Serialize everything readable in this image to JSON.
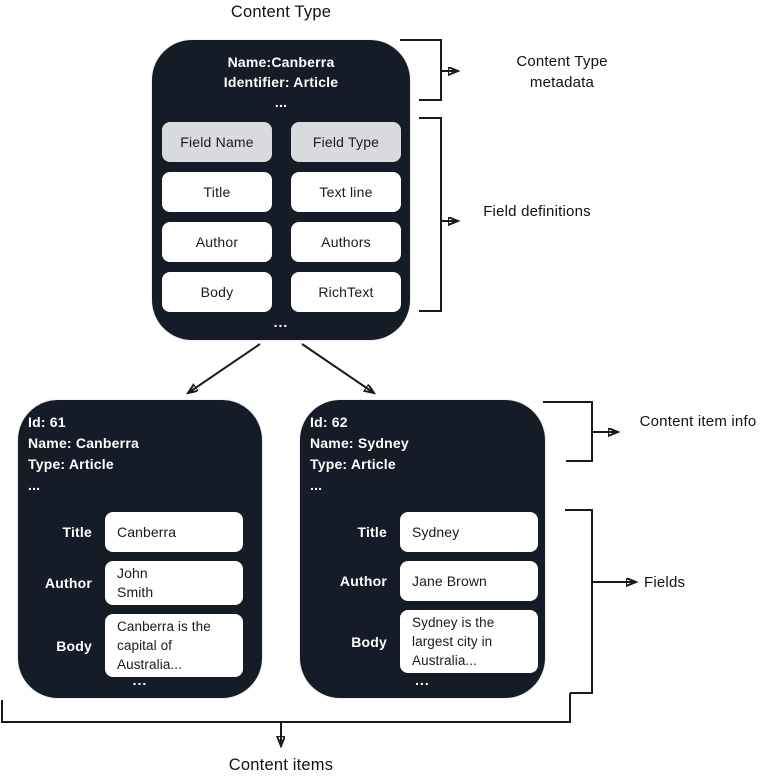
{
  "diagram": {
    "title": "Content Type",
    "colors": {
      "box_bg": "#151c28",
      "header_pill_bg": "#d9dade",
      "pill_bg": "#ffffff",
      "line": "#1a1a1a"
    },
    "content_type_box": {
      "name_line": "Name:Canberra",
      "identifier_line": "Identifier: Article",
      "ellipsis": "...",
      "table": {
        "headers": [
          "Field Name",
          "Field Type"
        ],
        "rows": [
          [
            "Title",
            "Text line"
          ],
          [
            "Author",
            "Authors"
          ],
          [
            "Body",
            "RichText"
          ]
        ]
      },
      "footer_ellipsis": "..."
    },
    "annotations": {
      "content_type_metadata": "Content Type metadata",
      "field_definitions": "Field definitions",
      "content_item_info": "Content item info",
      "fields": "Fields",
      "content_items": "Content items"
    },
    "content_items": [
      {
        "id_line": "Id: 61",
        "name_line": "Name: Canberra",
        "type_line": "Type: Article",
        "ellipsis": "...",
        "fields": [
          {
            "label": "Title",
            "value": "Canberra"
          },
          {
            "label": "Author",
            "value": "John\nSmith"
          },
          {
            "label": "Body",
            "value": "Canberra is the capital of Australia..."
          }
        ],
        "footer_ellipsis": "..."
      },
      {
        "id_line": "Id: 62",
        "name_line": "Name: Sydney",
        "type_line": "Type: Article",
        "ellipsis": "...",
        "fields": [
          {
            "label": "Title",
            "value": "Sydney"
          },
          {
            "label": "Author",
            "value": "Jane Brown"
          },
          {
            "label": "Body",
            "value": "Sydney is the largest city in Australia..."
          }
        ],
        "footer_ellipsis": "..."
      }
    ]
  }
}
